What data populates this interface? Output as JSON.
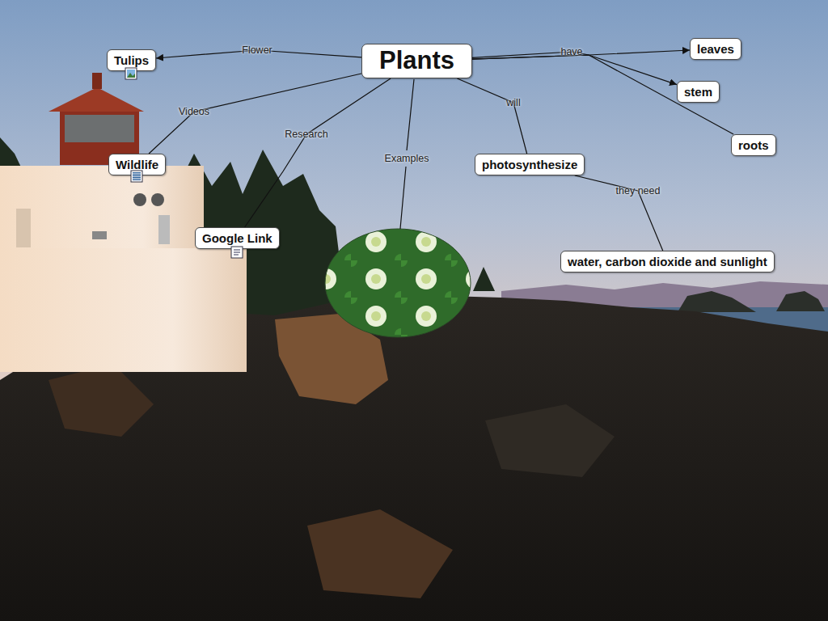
{
  "diagram": {
    "nodes": [
      {
        "text": [
          "Plants"
        ]
      },
      {
        "text": [
          "Tulips"
        ]
      },
      {
        "text": [
          "leaves"
        ]
      },
      {
        "text": [
          "stem"
        ]
      },
      {
        "text": [
          "roots"
        ]
      },
      {
        "text": [
          "Wildlife"
        ]
      },
      {
        "text": [
          "Google Link"
        ]
      },
      {
        "text": [
          "photosynthesize"
        ]
      },
      {
        "text": [
          "water, carbon dioxide and sunlight"
        ]
      }
    ],
    "edges": [
      {
        "from": 0,
        "to": 1,
        "label": "Flower",
        "arrow": "to"
      },
      {
        "from": 0,
        "to": 2,
        "label": "have",
        "arrow": "to"
      },
      {
        "from": 0,
        "to": 3,
        "arrow": "to"
      },
      {
        "from": 0,
        "to": 4,
        "arrow": "none"
      },
      {
        "from": 0,
        "to": 5,
        "label": "Videos",
        "arrow": "none"
      },
      {
        "from": 0,
        "to": 6,
        "label": "Research",
        "arrow": "none"
      },
      {
        "from": 0,
        "to": 7,
        "label": "will",
        "arrow": "none"
      },
      {
        "from": 7,
        "to": 8,
        "label": "they need",
        "arrow": "none"
      }
    ],
    "labels": [
      "Examples"
    ]
  }
}
